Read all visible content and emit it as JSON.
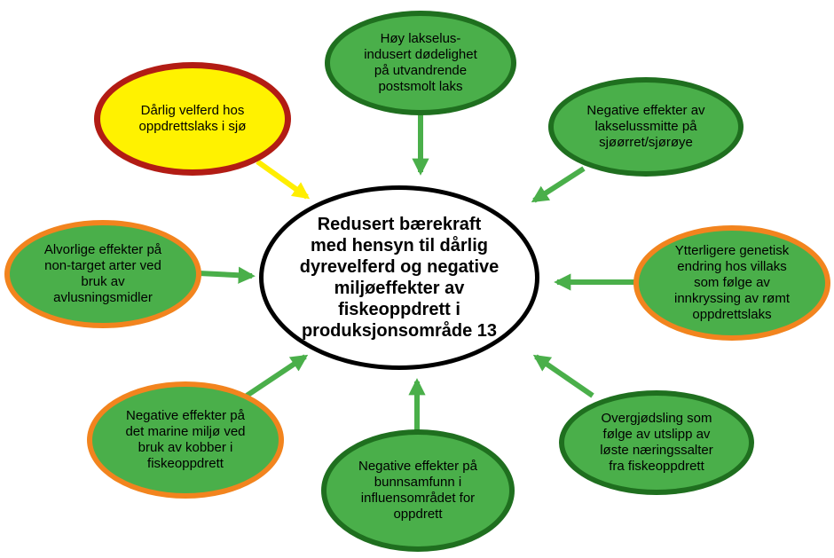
{
  "center": {
    "label": "Redusert bærekraft\nmed hensyn til dårlig\ndyrevelferd og negative\nmiljøeffekter av\nfiskeoppdrett i\nproduksjonsområde 13"
  },
  "nodes": [
    {
      "id": "high-lice-mortality",
      "label": "Høy lakselus-\nindusert dødelighet\npå utvandrende\npostsmolt laks",
      "status": "green"
    },
    {
      "id": "lice-effects-sea-trout",
      "label": "Negative effekter av\nlakselussmitte på\nsjøørret/sjørøye",
      "status": "green"
    },
    {
      "id": "genetic-change-wild-salmon",
      "label": "Ytterligere genetisk\nendring hos villaks\nsom følge av\ninnkryssing av rømt\noppdrettslaks",
      "status": "orange"
    },
    {
      "id": "eutrophication",
      "label": "Overgjødsling som\nfølge av utslipp av\nløste næringssalter\nfra fiskeoppdrett",
      "status": "green"
    },
    {
      "id": "seabed-effects",
      "label": "Negative effekter på\nbunnsamfunn i\ninfluensområdet for\noppdrett",
      "status": "green"
    },
    {
      "id": "copper-effects",
      "label": "Negative effekter på\ndet marine miljø ved\nbruk av kobber i\nfiskeoppdrett",
      "status": "orange"
    },
    {
      "id": "non-target-effects",
      "label": "Alvorlige effekter på\nnon-target arter ved\nbruk av\navlusningsmidler",
      "status": "orange"
    },
    {
      "id": "poor-welfare",
      "label": "Dårlig velferd hos\noppdrettslaks i sjø",
      "status": "yellow"
    }
  ],
  "colors": {
    "fill_green": "#4aaf4a",
    "border_green": "#1f6f1f",
    "border_orange": "#f2841e",
    "fill_yellow": "#fff200",
    "border_red": "#b21c14",
    "arrow_green": "#4aaf4a",
    "arrow_yellow": "#ffee00"
  }
}
